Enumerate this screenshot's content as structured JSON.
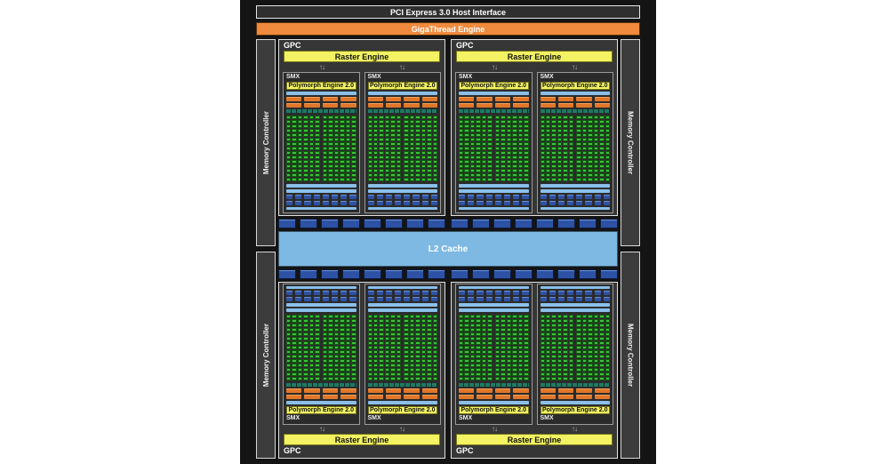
{
  "diagram": {
    "title_bar": "PCI Express 3.0 Host Interface",
    "gigathread_label": "GigaThread Engine",
    "l2_label": "L2 Cache",
    "memory_controller_label": "Memory Controller",
    "gpc_label": "GPC",
    "smx_label": "SMX",
    "raster_label": "Raster Engine",
    "polymorph_label": "Polymorph Engine 2.0",
    "arrow_icon": "↑↓",
    "structure": {
      "gpc_count": 4,
      "smx_per_gpc": 2,
      "memory_controllers": 4,
      "core_columns_per_smx": 12,
      "core_rows_per_smx": 15,
      "orange_segment_rows_per_smx": 2,
      "orange_segments_per_row": 4,
      "blue_segment_rows_per_smx": 2,
      "blue_segments_per_row": 8,
      "rop_rows": 2,
      "rop_groups_per_row": 2,
      "rop_segments_per_group": 8
    },
    "colors": {
      "frame_bg": "#141414",
      "panel_bg": "#363636",
      "gigathread_orange": "#f08a3c",
      "engine_yellow": "#f2f263",
      "cache_blue": "#7db9e3",
      "segment_blue": "#2d52a5",
      "segment_orange": "#e0762a",
      "core_green": "#3bc13b",
      "teal_unit": "#1f7a64"
    }
  }
}
